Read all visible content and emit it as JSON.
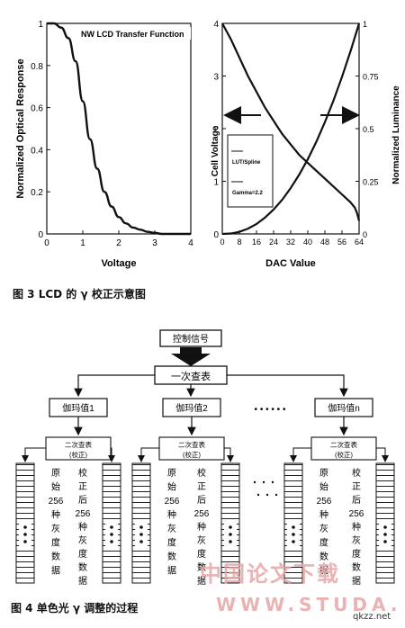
{
  "figure3": {
    "caption": "图 3  LCD 的 γ 校正示意图",
    "left_chart": {
      "title": "NW LCD Transfer Function",
      "xlabel": "Voltage",
      "ylabel": "Normalized Optical Response",
      "x_ticks": [
        "0",
        "1",
        "2",
        "3",
        "4"
      ],
      "y_ticks": [
        "0",
        "0.2",
        "0.4",
        "0.6",
        "0.8",
        "1"
      ]
    },
    "right_chart": {
      "xlabel": "DAC Value",
      "ylabel_left": "Cell Voltage",
      "ylabel_right": "Normalized Luminance",
      "x_ticks": [
        "0",
        "8",
        "16",
        "24",
        "32",
        "40",
        "48",
        "56",
        "64"
      ],
      "y_left_ticks": [
        "0",
        "1",
        "2",
        "3",
        "4"
      ],
      "y_right_ticks": [
        "0",
        "0.25",
        "0.5",
        "0.75",
        "1"
      ],
      "legend": [
        "LUT/Spline",
        "Gamma=2.2"
      ]
    }
  },
  "chart_data": [
    {
      "type": "line",
      "title": "NW LCD Transfer Function",
      "xlabel": "Voltage",
      "ylabel": "Normalized Optical Response",
      "xlim": [
        0,
        4
      ],
      "ylim": [
        0,
        1
      ],
      "series": [
        {
          "x": [
            0,
            0.2,
            0.4,
            0.6,
            0.8,
            1.0,
            1.2,
            1.4,
            1.6,
            1.8,
            2.0,
            2.2,
            2.4,
            2.6,
            2.8,
            3.0,
            3.2,
            3.5,
            4.0
          ],
          "y": [
            1.0,
            1.0,
            0.98,
            0.93,
            0.82,
            0.63,
            0.45,
            0.31,
            0.2,
            0.13,
            0.08,
            0.05,
            0.03,
            0.02,
            0.01,
            0.005,
            0.0,
            0.0,
            0.0
          ]
        }
      ]
    },
    {
      "type": "line",
      "xlabel": "DAC Value",
      "ylabel": "Cell Voltage",
      "y2label": "Normalized Luminance",
      "xlim": [
        0,
        64
      ],
      "ylim": [
        0,
        4
      ],
      "y2lim": [
        0,
        1
      ],
      "series": [
        {
          "name": "LUT/Spline",
          "x": [
            0,
            4,
            8,
            12,
            16,
            20,
            24,
            28,
            32,
            36,
            40,
            44,
            48,
            52,
            56,
            60,
            62,
            63,
            64
          ],
          "y": [
            4.0,
            3.7,
            3.35,
            3.0,
            2.7,
            2.4,
            2.15,
            1.9,
            1.7,
            1.5,
            1.35,
            1.2,
            1.05,
            0.9,
            0.75,
            0.6,
            0.5,
            0.4,
            0.25
          ]
        },
        {
          "name": "Gamma=2.2",
          "x": [
            0,
            4,
            8,
            12,
            16,
            20,
            24,
            28,
            32,
            36,
            40,
            44,
            48,
            52,
            56,
            60,
            64
          ],
          "y": [
            0,
            0.002,
            0.01,
            0.025,
            0.047,
            0.078,
            0.116,
            0.162,
            0.218,
            0.282,
            0.355,
            0.438,
            0.531,
            0.633,
            0.746,
            0.868,
            1.0
          ]
        }
      ]
    }
  ],
  "figure4": {
    "caption": "图 4  单色光 γ 调整的过程",
    "control_signal": "控制信号",
    "first_lookup": "一次查表",
    "gamma_values": [
      "伽玛值1",
      "伽玛值2",
      "伽玛值n"
    ],
    "ellipsis_h": "• • • • • •",
    "second_lookup_line1": "二次查表",
    "second_lookup_line2": "(校正)",
    "original_data": [
      "原",
      "始",
      "256",
      "种",
      "灰",
      "度",
      "数",
      "据"
    ],
    "corrected_data": [
      "校",
      "正",
      "后",
      "256",
      "种",
      "灰",
      "度",
      "数",
      "据"
    ],
    "column_ellipsis": "• • •"
  },
  "watermark": {
    "text_cn": "中国论文下载",
    "text_url": "WWW.STUDA.",
    "site": "qkzz.net"
  }
}
